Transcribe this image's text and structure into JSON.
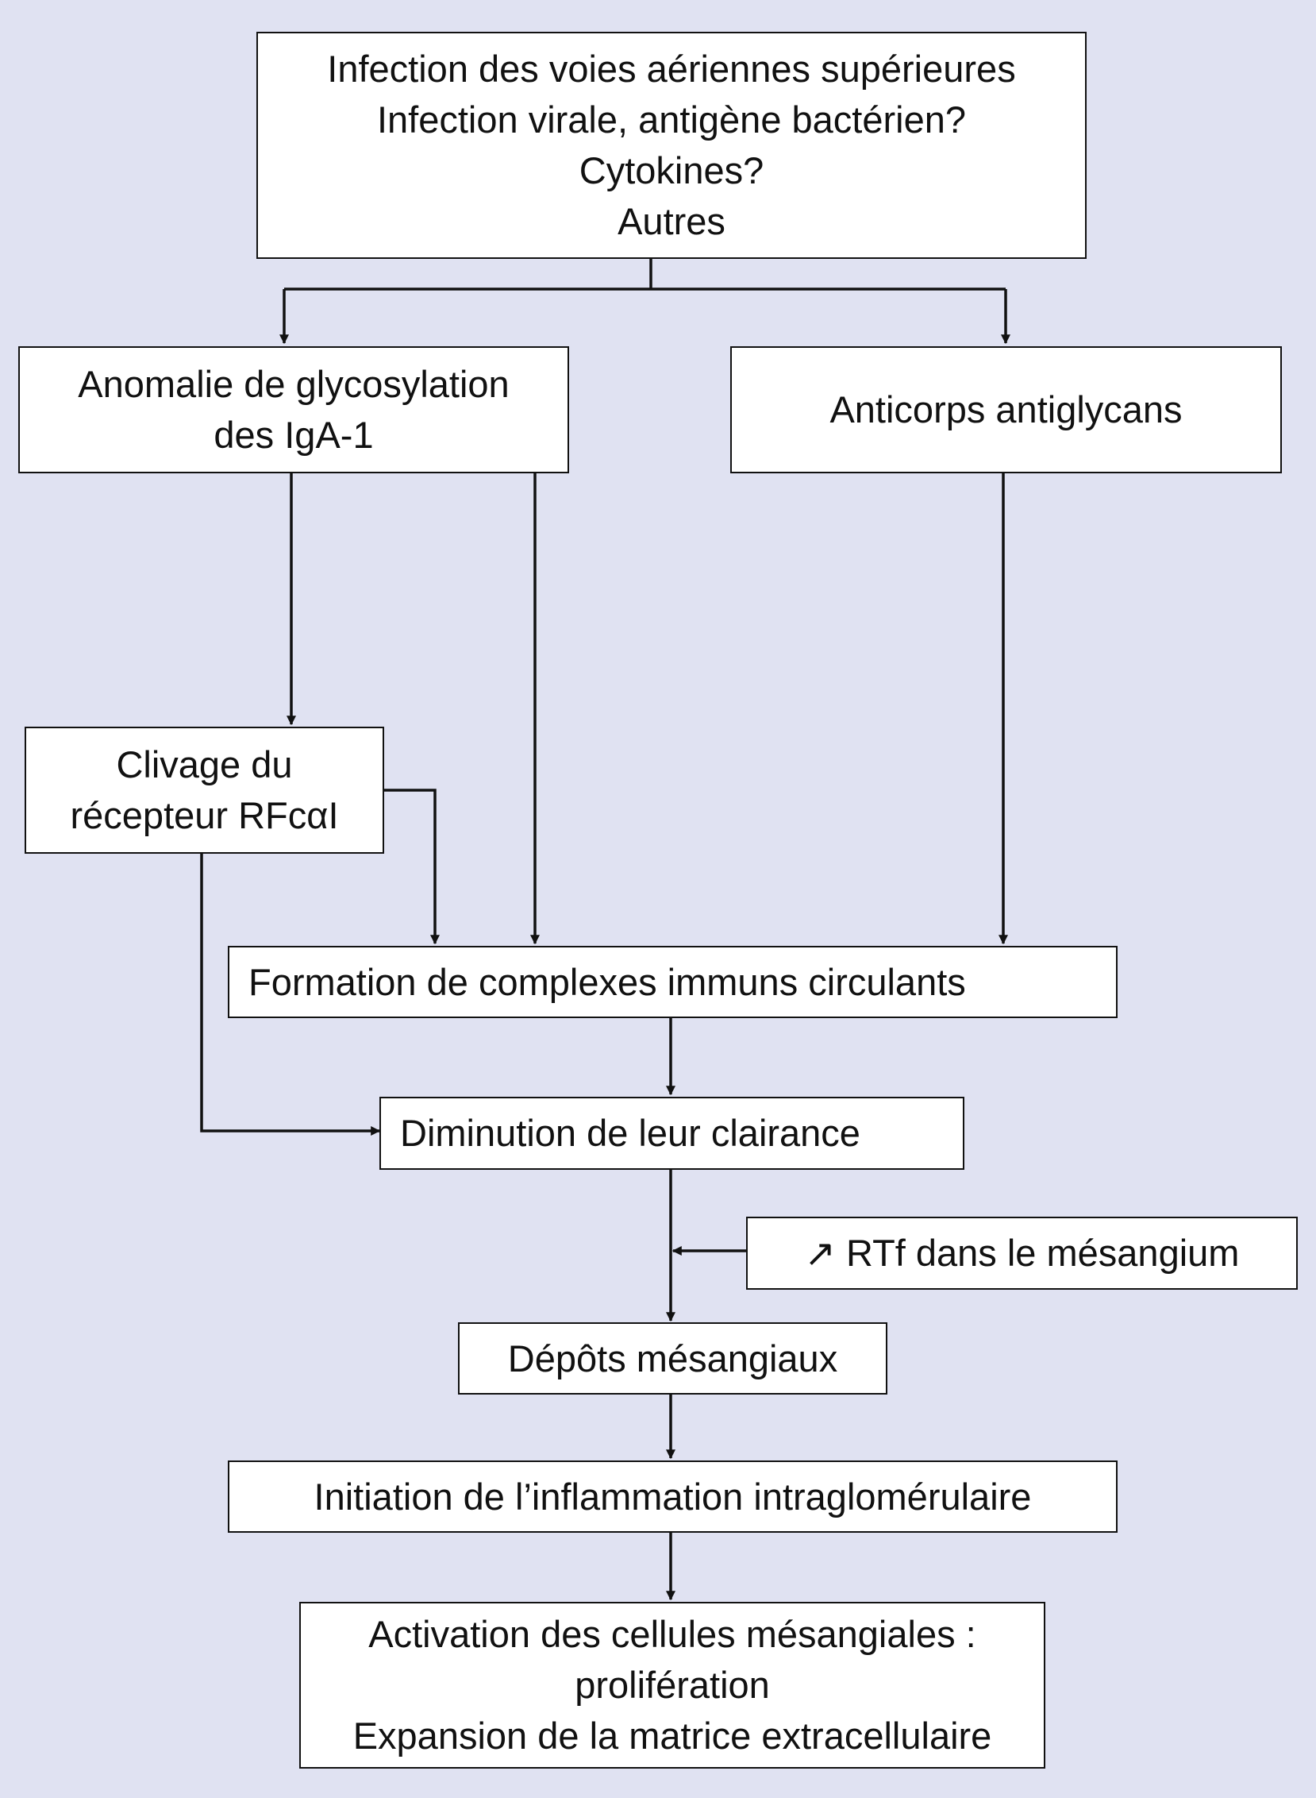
{
  "nodes": {
    "infection": {
      "lines": [
        "Infection des voies aériennes supérieures",
        "Infection virale, antigène bactérien?",
        "Cytokines?",
        "Autres"
      ]
    },
    "anomalie": {
      "lines": [
        "Anomalie de glycosylation",
        "des IgA-1"
      ]
    },
    "anticorps": {
      "lines": [
        "Anticorps antiglycans"
      ]
    },
    "clivage": {
      "lines": [
        "Clivage du",
        "récepteur RFcαI"
      ]
    },
    "formation": {
      "lines": [
        "Formation de complexes immuns circulants"
      ]
    },
    "diminution": {
      "lines": [
        "Diminution de leur clairance"
      ]
    },
    "rtf": {
      "lines": [
        "↗ RTf dans le mésangium"
      ]
    },
    "depots": {
      "lines": [
        "Dépôts mésangiaux"
      ]
    },
    "initiation": {
      "lines": [
        "Initiation de l’inflammation intraglomérulaire"
      ]
    },
    "activation": {
      "lines": [
        "Activation des cellules mésangiales :",
        "prolifération",
        "Expansion de la matrice extracellulaire"
      ]
    }
  },
  "colors": {
    "background": "#e0e2f2",
    "box_fill": "#ffffff",
    "stroke": "#111111"
  }
}
